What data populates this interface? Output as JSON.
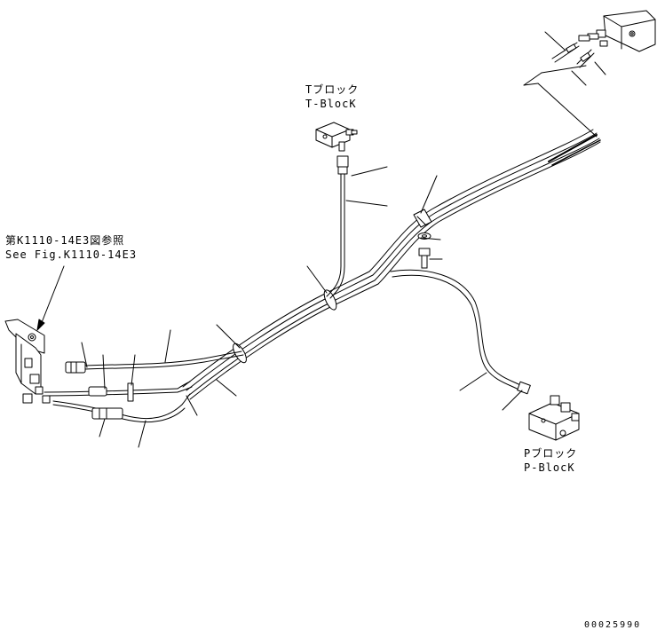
{
  "labels": {
    "t_block_jp": "Tブロック",
    "t_block_en": "T-BlocK",
    "p_block_jp": "Pブロック",
    "p_block_en": "P-BlocK",
    "ref_jp": "第K1110-14E3図参照",
    "ref_en": "See Fig.K1110-14E3",
    "drawing_number": "00025990"
  },
  "colors": {
    "ink": "#000000",
    "paper": "#ffffff"
  }
}
